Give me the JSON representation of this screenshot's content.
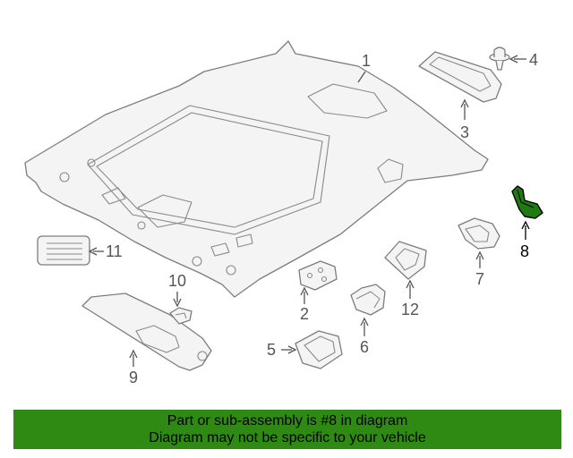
{
  "diagram": {
    "callouts": [
      "1",
      "2",
      "3",
      "4",
      "5",
      "6",
      "7",
      "8",
      "9",
      "10",
      "11",
      "12"
    ],
    "highlighted_part": "8",
    "highlight_color": "#2f8a14"
  },
  "banner": {
    "line1": "Part or sub-assembly is #8 in diagram",
    "line2": "Diagram may not be specific to your vehicle",
    "background": "#2f8a14"
  }
}
